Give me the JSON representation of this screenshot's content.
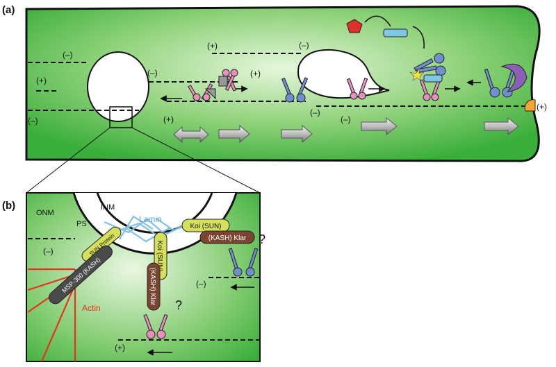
{
  "panel_a": {
    "label": "(a)",
    "signs": {
      "left_minus_top": "(–)",
      "left_plus": "(+)",
      "left_minus_bottom": "(–)",
      "nuc1_minus_right": "(–)",
      "track2_plus_top": "(+)",
      "track2_plus_arrow": "(+)",
      "track2_plus_bottom": "(+)",
      "track3_minus_top": "(–)",
      "track3_minus_bottom": "(–)",
      "track3_minus_bottom2": "(–)",
      "right_plus": "(+)"
    }
  },
  "panel_b": {
    "label": "(b)",
    "onm": "ONM",
    "inm": "INM",
    "ps": "PS",
    "lamin": "Lamin",
    "actin": "Actin",
    "sun_protein": "SUN Protein",
    "msp300": "MSP-300  (KASH)",
    "koi_sun_1": "Koi  (SUN)",
    "kash_klar_1": "(KASH)  Klar",
    "koi_sun_2": "Koi  (SUN)",
    "kash_klar_2": "(KASH)  Klar",
    "q1": "?",
    "q2": "?",
    "minus_left": "(–)",
    "minus_right": "(–)",
    "plus_bottom": "(+)"
  },
  "colors": {
    "cell_green": "#3fb53f",
    "cell_light": "#d9f2cf",
    "kinesin_pink": "#e98fc0",
    "dynein_blue": "#6f8fcf",
    "sun_yellow": "#d6e05a",
    "kash_brown": "#7a4632",
    "msp_gray": "#4a4a4a",
    "actin_red": "#e8301c",
    "lamin_blue": "#7fc0e8"
  }
}
